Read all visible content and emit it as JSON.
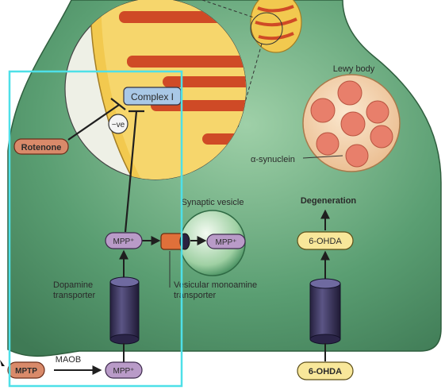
{
  "labels": {
    "complex_i": "Complex I",
    "minus_ve": "−ve",
    "rotenone": "Rotenone",
    "lewy_body": "Lewy body",
    "alpha_synuclein": "α-synuclein",
    "synaptic_vesicle": "Synaptic vesicle",
    "degeneration": "Degeneration",
    "mpp_upper": "MPP⁺",
    "mpp_vesicle": "MPP⁺",
    "mpp_lower": "MPP⁺",
    "six_ohda_inner": "6-OHDA",
    "six_ohda_outer": "6-OHDA",
    "dat_line1": "Dopamine",
    "dat_line2": "transporter",
    "vmat_line1": "Vesicular monoamine",
    "vmat_line2": "transporter",
    "mptp": "MPTP",
    "maob": "MAOB"
  },
  "colors": {
    "cell_fill": "#5a9e72",
    "cell_dark": "#3f7a55",
    "mito_outer": "#f2c94f",
    "mito_crista": "#cf4a26",
    "magnifier_fill": "#eef0e6",
    "lewy_fill": "#f3d0a8",
    "lewy_dot": "#e87f6b",
    "mpp_pill": "#b99bc8",
    "ohda_pill": "#f8e79a",
    "rotenone_pill": "#d98a6a",
    "complex_box": "#a9c8e6",
    "transporter": "#3a3560",
    "vmat_orange": "#e0703a",
    "selection_box": "#4ee0e8"
  }
}
